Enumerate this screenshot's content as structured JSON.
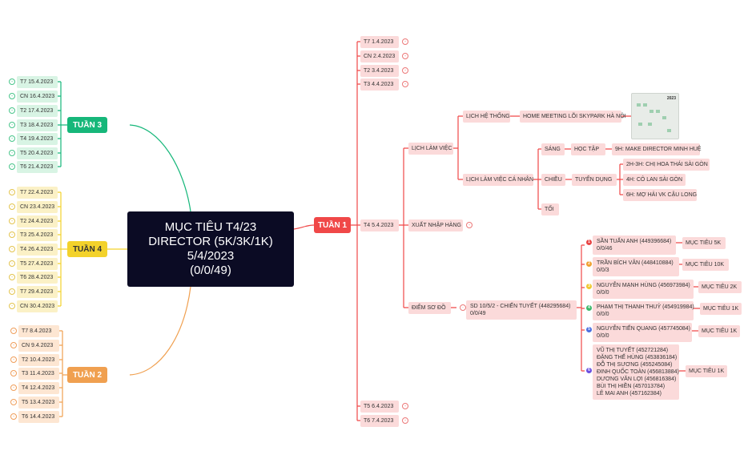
{
  "root": {
    "lines": [
      "MỤC TIÊU T4/23",
      "DIRECTOR (5K/3K/1K)",
      "5/4/2023",
      "(0/0/49)"
    ]
  },
  "weeks": {
    "w3": {
      "label": "TUẦN 3",
      "days": [
        "T7 15.4.2023",
        "CN 16.4.2023",
        "T2 17.4.2023",
        "T3 18.4.2023",
        "T4 19.4.2023",
        "T5 20.4.2023",
        "T6 21.4.2023"
      ]
    },
    "w4": {
      "label": "TUẦN 4",
      "days": [
        "T7 22.4.2023",
        "CN 23.4.2023",
        "T2 24.4.2023",
        "T3 25.4.2023",
        "T4 26.4.2023",
        "T5 27.4.2023",
        "T6 28.4.2023",
        "T7 29.4.2023",
        "CN 30.4.2023"
      ]
    },
    "w2": {
      "label": "TUẦN 2",
      "days": [
        "T7 8.4.2023",
        "CN 9.4.2023",
        "T2 10.4.2023",
        "T3 11.4.2023",
        "T4 12.4.2023",
        "T5 13.4.2023",
        "T6 14.4.2023"
      ]
    },
    "w1": {
      "label": "TUẦN 1",
      "days": [
        "T7 1.4.2023",
        "CN 2.4.2023",
        "T2 3.4.2023",
        "T3 4.4.2023",
        "T4 5.4.2023",
        "T5 6.4.2023",
        "T6 7.4.2023"
      ]
    }
  },
  "w1_detail": {
    "lich_lam_viec": "LỊCH LÀM VIỆC",
    "xuat_nhap_hang": "XUẤT NHẬP HÀNG",
    "diem_so_do": "ĐIỂM SƠ ĐỒ",
    "lich_he_thong": "LỊCH HỆ THỐNG",
    "home_meeting": "HOME MEETING LÕI SKYPARK HÀ NỘI",
    "lich_ca_nhan": "LỊCH LÀM VIỆC CÁ NHÂN",
    "sang": "SÁNG",
    "hoc_tap": "HỌC TẬP",
    "make_director": "9H: MAKE DIRECTOR MINH HUỆ",
    "chieu": "CHIỀU",
    "tuyen_dung": "TUYỂN DỤNG",
    "td1": "2H-3H: CHỊ HOA THÁI SÀI GÒN",
    "td2": "4H: CÔ LAN SÀI GÒN",
    "td3": "6H: MỢ HẢI VK CẬU LONG",
    "toi": "TỐI",
    "sd_line1": "SD 10/5/2 - CHIẾN TUYẾT (448295684)",
    "sd_line2": "0/0/49",
    "thumb_year": "2023"
  },
  "members": [
    {
      "lines": [
        "SẦN TUẤN ANH (449396684)",
        "0/0/46"
      ],
      "target": "MỤC TIÊU 5K",
      "color": "#e84545"
    },
    {
      "lines": [
        "TRẦN BÍCH VÂN (448410884)",
        "0/0/3"
      ],
      "target": "MỤC TIÊU 10K",
      "color": "#f0a030"
    },
    {
      "lines": [
        "NGUYỄN MẠNH HÙNG (456973984)",
        "0/0/0"
      ],
      "target": "MỤC TIÊU 2K",
      "color": "#f0c830"
    },
    {
      "lines": [
        "PHẠM THỊ THANH THUỶ (454919984)",
        "0/0/0"
      ],
      "target": "MỤC TIÊU 1K",
      "color": "#3cb86a"
    },
    {
      "lines": [
        "NGUYỄN TIẾN QUANG (457745084)",
        "0/0/0"
      ],
      "target": "MỤC TIÊU 1K",
      "color": "#4a6ee0"
    },
    {
      "lines": [
        "VŨ THỊ TUYẾT (452721284)",
        "ĐẶNG THẾ HÙNG (453836184)",
        "ĐỖ THỊ SƯƠNG (455245084)",
        "ĐINH QUỐC TOÀN (456813884)",
        "DƯƠNG VĂN LỢI (456816384)",
        "BÙI THỊ HIỀN (457013784)",
        "LÊ MAI ANH (457162384)"
      ],
      "target": "MỤC TIÊU 1K",
      "color": "#6a4ee0"
    }
  ],
  "colors": {
    "w3": "#16b77a",
    "w4": "#f3d22b",
    "w2": "#f0a050",
    "w1": "#f04848",
    "root": "#0b0b24"
  }
}
